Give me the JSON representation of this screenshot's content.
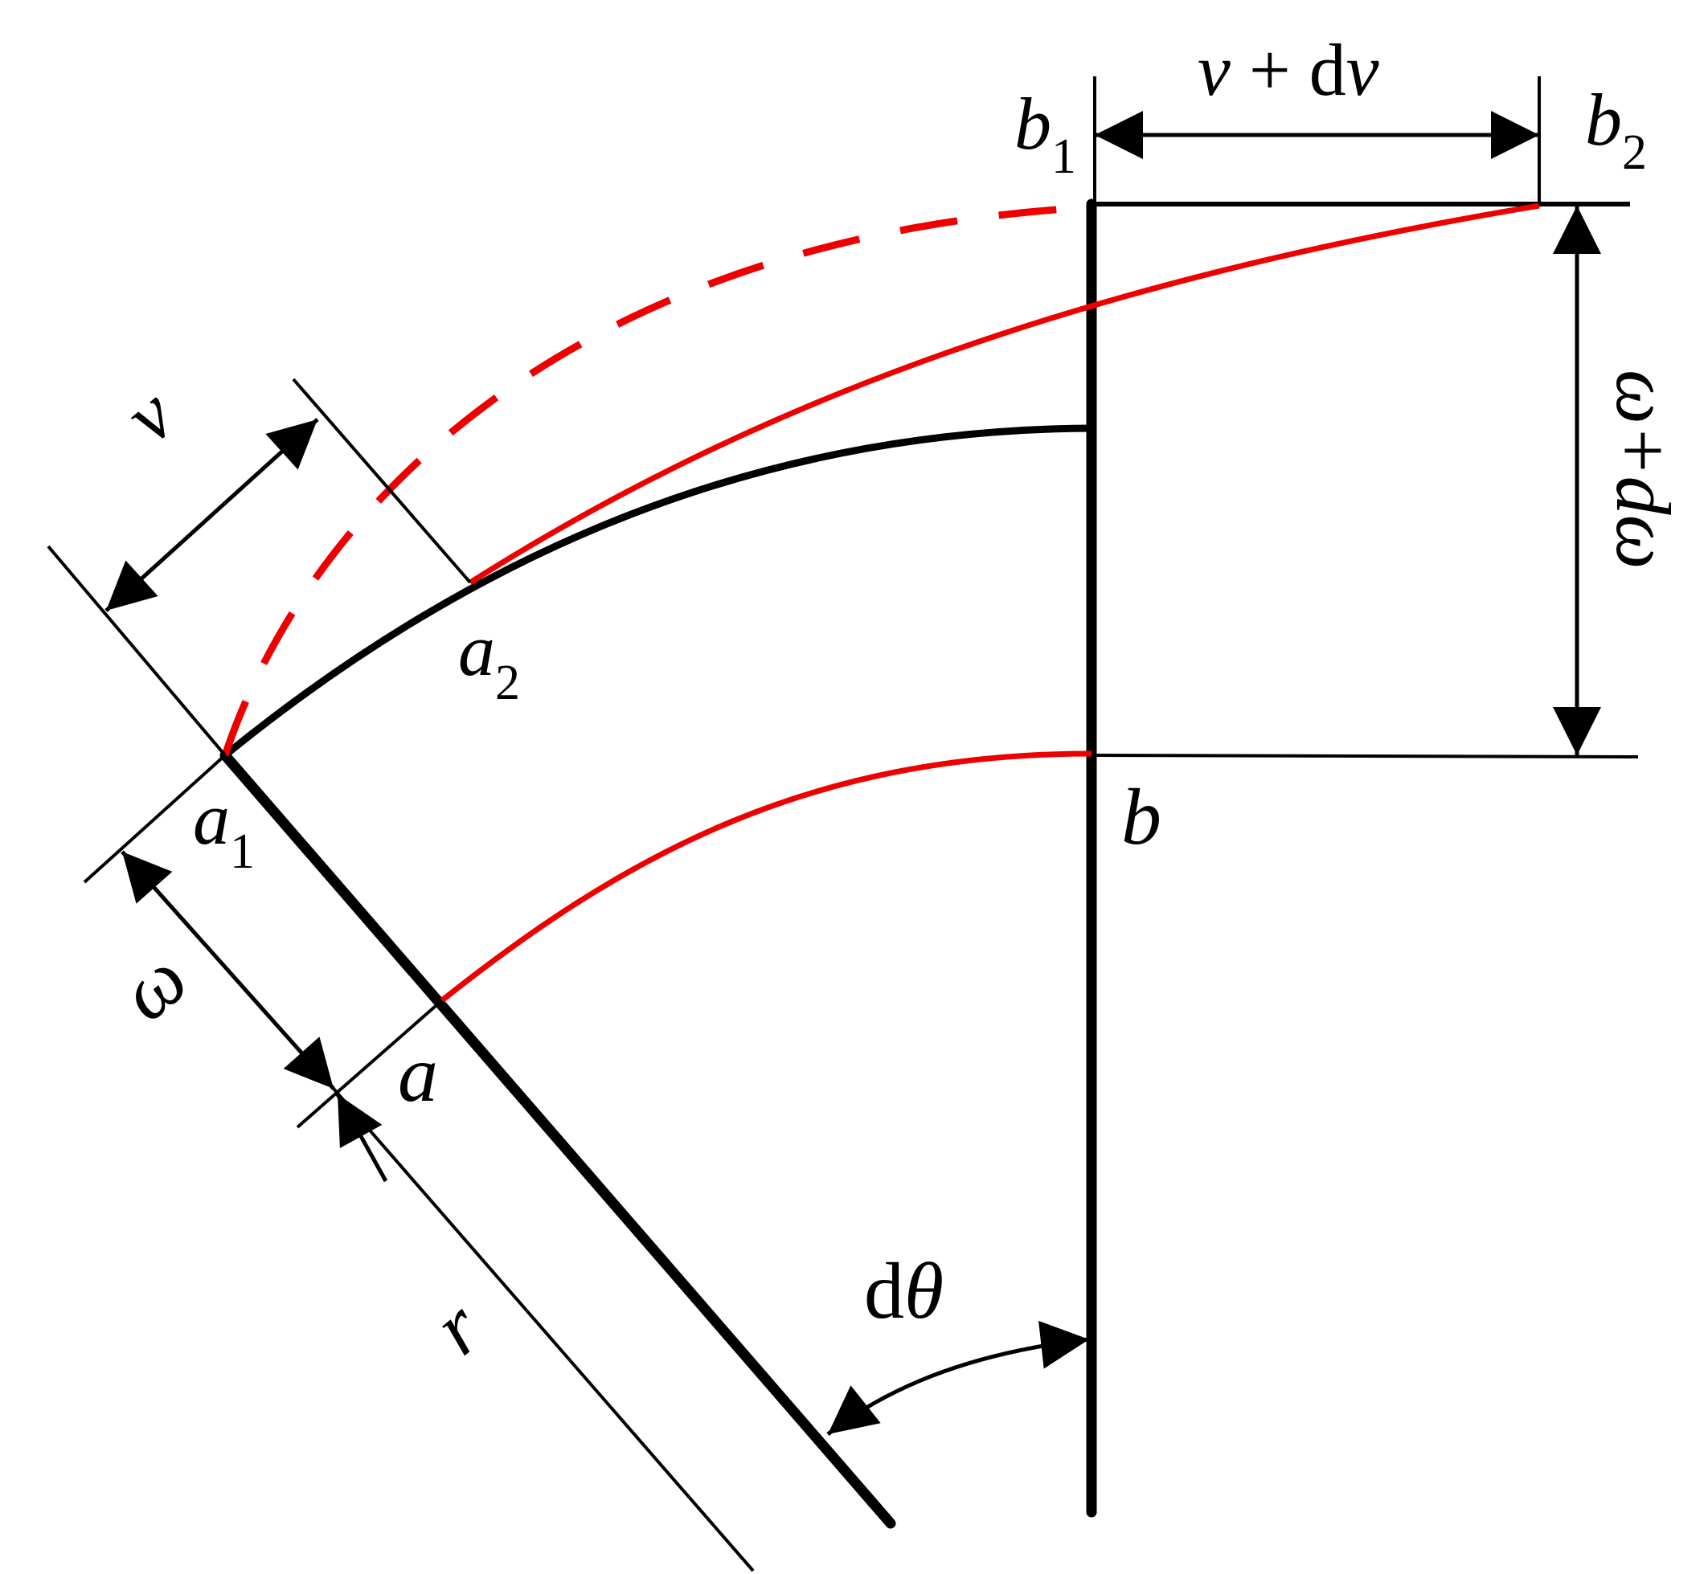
{
  "colors": {
    "line": "#000000",
    "red": "#ee0000",
    "background": "#ffffff"
  },
  "labels": {
    "v": "v",
    "v_plus_dv_italic_v": "v",
    "v_plus_dv_plus": " + d",
    "v_plus_dv_italic_v2": "v",
    "b1_base": "b",
    "b1_sub": "1",
    "b2_base": "b",
    "b2_sub": "2",
    "a2_base": "a",
    "a2_sub": "2",
    "a1_base": "a",
    "a1_sub": "1",
    "b": "b",
    "a": "a",
    "omega": "ω",
    "omega_plus_domega": "ω+dω",
    "r": "r",
    "dtheta_d": "d",
    "dtheta_theta": "θ"
  }
}
